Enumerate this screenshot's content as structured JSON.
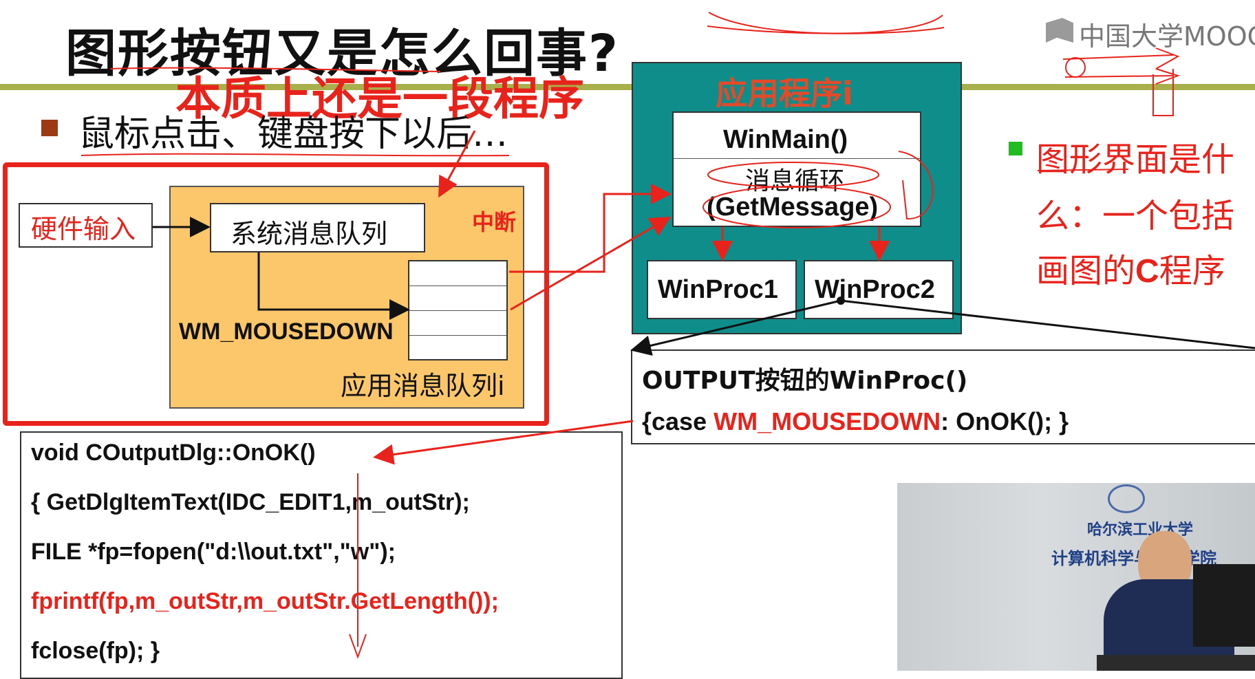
{
  "slide": {
    "title": "图形按钮又是怎么回事?",
    "subtitle": "本质上还是一段程序",
    "bullet1": "鼠标点击、键盘按下以后…",
    "hardware_input": "硬件输入",
    "system_queue": "系统消息队列",
    "interrupt": "中断",
    "wm_mousedown": "WM_MOUSEDOWN",
    "app_queue": "应用消息队列i",
    "app_title": "应用程序i",
    "winmain": "WinMain()",
    "msg_loop": "消息循环",
    "getmessage": "(GetMessage)",
    "winproc1": "WinProc1",
    "winproc2": "WinProc2",
    "output_title": "OUTPUT按钮的WinProc()",
    "output_case_prefix": "{case ",
    "output_case_msg": "WM_MOUSEDOWN",
    "output_case_sep": ": ",
    "output_case_call": "OnOK",
    "output_case_suffix": "(); }",
    "right_bullet_line1": "图形界面是什",
    "right_bullet_line2": "么：一个包括",
    "right_bullet_line3_a": "画图的",
    "right_bullet_line3_b": "C",
    "right_bullet_line3_c": "程序",
    "code": {
      "line1": "void COutputDlg::OnOK()",
      "line2": "{  GetDlgItemText(IDC_EDIT1,m_outStr);",
      "line3": "   FILE *fp=fopen(\"d:\\\\out.txt\",\"w\");",
      "line4": "   fprintf(fp,m_outStr,m_outStr.GetLength());",
      "line5": "   fclose(fp); }"
    },
    "mooc_logo": "中国大学MOOC",
    "video_caption": "计算机科学与技术学院",
    "video_top": "哈尔滨工业大学"
  },
  "colors": {
    "accent_red": "#e8231b",
    "teal": "#0f8d8a",
    "orange": "#fbc76a",
    "olive_line": "#a8b04b",
    "bullet_green": "#22bb22"
  }
}
